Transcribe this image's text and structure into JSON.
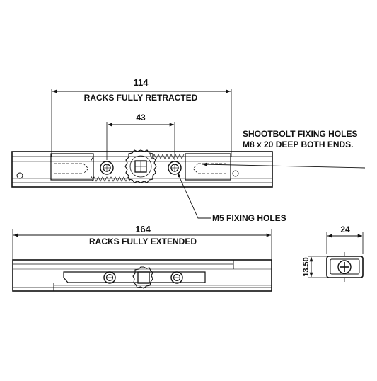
{
  "dimensions": {
    "retracted_value": "114",
    "retracted_label": "RACKS FULLY RETRACTED",
    "hole_spacing": "43",
    "extended_value": "164",
    "extended_label": "RACKS FULLY EXTENDED",
    "end_width": "24",
    "end_height": "13.50"
  },
  "callouts": {
    "shootbolt_line1": "SHOOTBOLT FIXING HOLES",
    "shootbolt_line2": "M8 x 20 DEEP BOTH ENDS.",
    "m5_holes": "M5 FIXING HOLES"
  },
  "colors": {
    "ink": "#111111",
    "background": "#ffffff"
  }
}
